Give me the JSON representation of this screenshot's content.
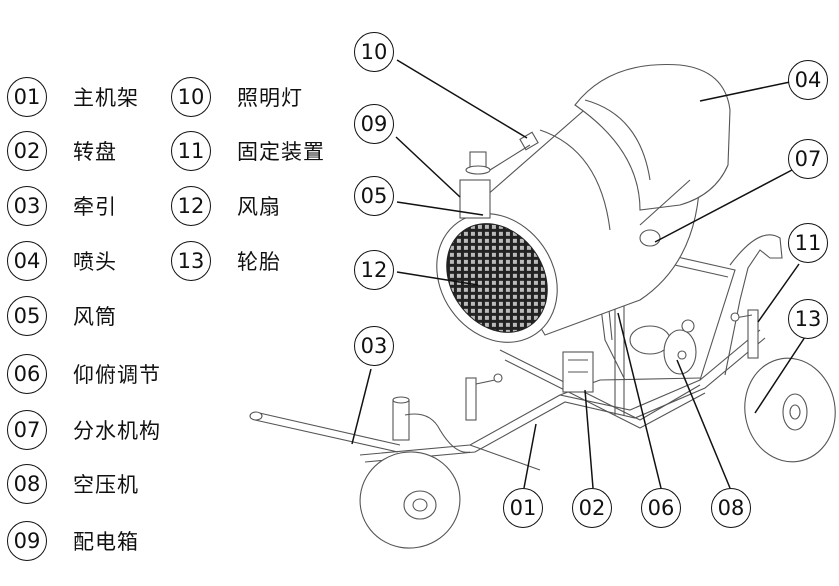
{
  "diagram": {
    "subject": "snow machine (造雪机) parts diagram",
    "legend": [
      {
        "number": "01",
        "label": "主机架"
      },
      {
        "number": "02",
        "label": "转盘"
      },
      {
        "number": "03",
        "label": "牵引"
      },
      {
        "number": "04",
        "label": "喷头"
      },
      {
        "number": "05",
        "label": "风筒"
      },
      {
        "number": "06",
        "label": "仰俯调节"
      },
      {
        "number": "07",
        "label": "分水机构"
      },
      {
        "number": "08",
        "label": "空压机"
      },
      {
        "number": "09",
        "label": "配电箱"
      },
      {
        "number": "10",
        "label": "照明灯"
      },
      {
        "number": "11",
        "label": "固定装置"
      },
      {
        "number": "12",
        "label": "风扇"
      },
      {
        "number": "13",
        "label": "轮胎"
      }
    ],
    "callouts": [
      {
        "number": "10",
        "part": "照明灯"
      },
      {
        "number": "09",
        "part": "配电箱"
      },
      {
        "number": "05",
        "part": "风筒"
      },
      {
        "number": "12",
        "part": "风扇"
      },
      {
        "number": "03",
        "part": "牵引"
      },
      {
        "number": "04",
        "part": "喷头"
      },
      {
        "number": "07",
        "part": "分水机构"
      },
      {
        "number": "11",
        "part": "固定装置"
      },
      {
        "number": "13",
        "part": "轮胎"
      },
      {
        "number": "01",
        "part": "主机架"
      },
      {
        "number": "02",
        "part": "转盘"
      },
      {
        "number": "06",
        "part": "仰俯调节"
      },
      {
        "number": "08",
        "part": "空压机"
      }
    ]
  }
}
